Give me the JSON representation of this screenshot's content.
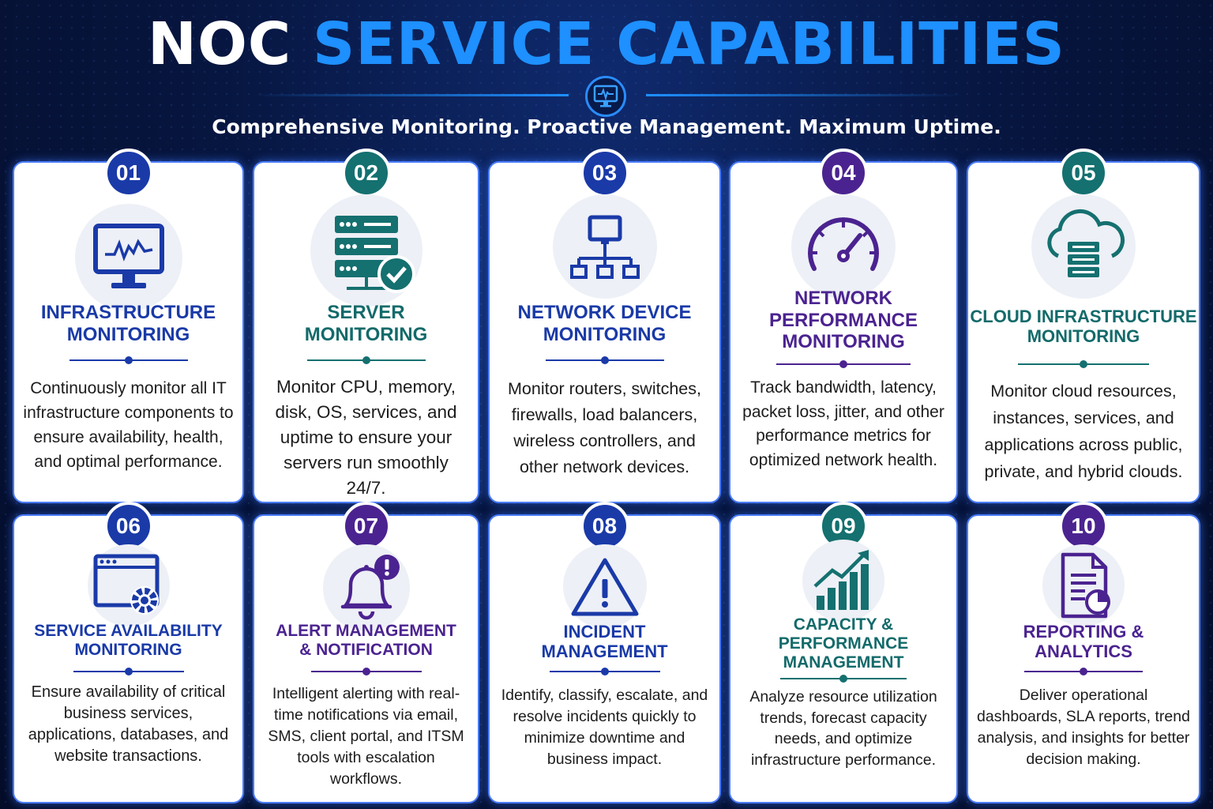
{
  "header": {
    "title_part1": "NOC",
    "title_part2": "SERVICE CAPABILITIES",
    "subtitle": "Comprehensive Monitoring. Proactive Management. Maximum Uptime.",
    "badge_icon": "monitor-heartbeat-icon"
  },
  "colors": {
    "blue": "#1a3aa8",
    "teal": "#157070",
    "purple": "#4b2390",
    "accent": "#1e90ff",
    "background": "#071640"
  },
  "cards": [
    {
      "number": "01",
      "title_line1": "INFRASTRUCTURE",
      "title_line2": "MONITORING",
      "title_line3": "",
      "desc": "Continuously monitor all IT infrastructure components to ensure availability, health, and optimal performance.",
      "icon": "monitor-chart-icon",
      "color": "blue"
    },
    {
      "number": "02",
      "title_line1": "SERVER",
      "title_line2": "MONITORING",
      "title_line3": "",
      "desc": "Monitor CPU, memory, disk, OS, services, and uptime to ensure your servers run smoothly 24/7.",
      "icon": "server-check-icon",
      "color": "teal"
    },
    {
      "number": "03",
      "title_line1": "NETWORK DEVICE",
      "title_line2": "MONITORING",
      "title_line3": "",
      "desc": "Monitor routers, switches, firewalls, load balancers, wireless controllers, and other network devices.",
      "icon": "network-topology-icon",
      "color": "blue"
    },
    {
      "number": "04",
      "title_line1": "NETWORK",
      "title_line2": "PERFORMANCE",
      "title_line3": "MONITORING",
      "desc": "Track bandwidth, latency, packet loss, jitter, and other performance metrics for optimized network health.",
      "icon": "gauge-icon",
      "color": "purple"
    },
    {
      "number": "05",
      "title_line1": "CLOUD INFRASTRUCTURE",
      "title_line2": "MONITORING",
      "title_line3": "",
      "desc": "Monitor cloud resources, instances, services, and applications across public, private, and hybrid clouds.",
      "icon": "cloud-server-icon",
      "color": "teal"
    },
    {
      "number": "06",
      "title_line1": "SERVICE AVAILABILITY",
      "title_line2": "MONITORING",
      "title_line3": "",
      "desc": "Ensure availability of critical business services, applications, databases, and website transactions.",
      "icon": "browser-gear-icon",
      "color": "blue"
    },
    {
      "number": "07",
      "title_line1": "ALERT MANAGEMENT",
      "title_line2": "& NOTIFICATION",
      "title_line3": "",
      "desc": "Intelligent alerting with real-time notifications via email, SMS, client portal, and ITSM tools with escalation workflows.",
      "icon": "bell-alert-icon",
      "color": "purple"
    },
    {
      "number": "08",
      "title_line1": "INCIDENT",
      "title_line2": "MANAGEMENT",
      "title_line3": "",
      "desc": "Identify, classify, escalate, and resolve incidents quickly to minimize downtime and business impact.",
      "icon": "warning-triangle-icon",
      "color": "blue"
    },
    {
      "number": "09",
      "title_line1": "CAPACITY &",
      "title_line2": "PERFORMANCE",
      "title_line3": "MANAGEMENT",
      "desc": "Analyze resource utilization trends, forecast capacity needs, and optimize infrastructure performance.",
      "icon": "growth-chart-icon",
      "color": "teal"
    },
    {
      "number": "10",
      "title_line1": "REPORTING &",
      "title_line2": "ANALYTICS",
      "title_line3": "",
      "desc": "Deliver operational dashboards, SLA reports, trend analysis, and insights for better decision making.",
      "icon": "report-document-icon",
      "color": "purple"
    }
  ]
}
